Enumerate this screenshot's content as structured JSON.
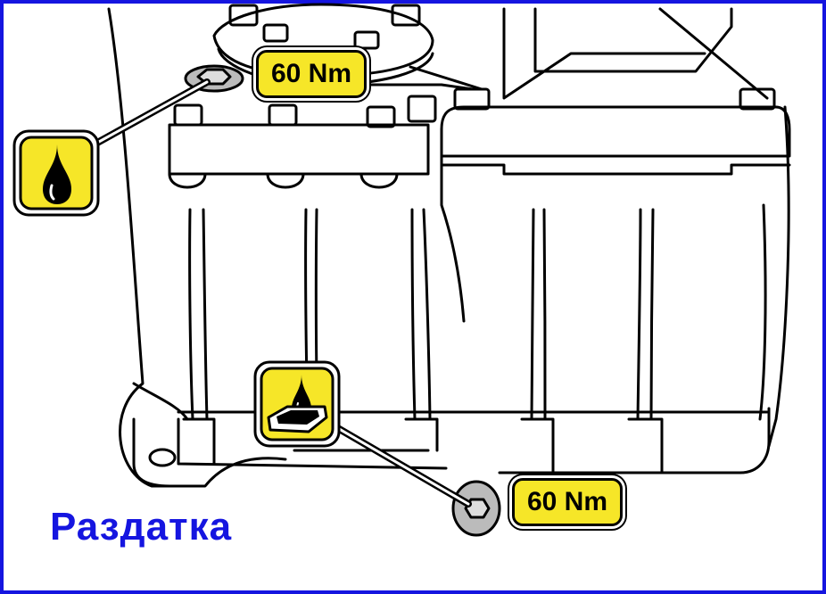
{
  "colors": {
    "frame": "#1515e0",
    "badge_fill": "#f6e628",
    "caption": "#1515e0"
  },
  "labels": {
    "torque_fill_plug": "60 Nm",
    "torque_drain_plug": "60 Nm"
  },
  "icons": {
    "fill_icon": "oil-drop-icon",
    "drain_icon": "oil-drain-icon"
  },
  "caption": "Раздатка"
}
